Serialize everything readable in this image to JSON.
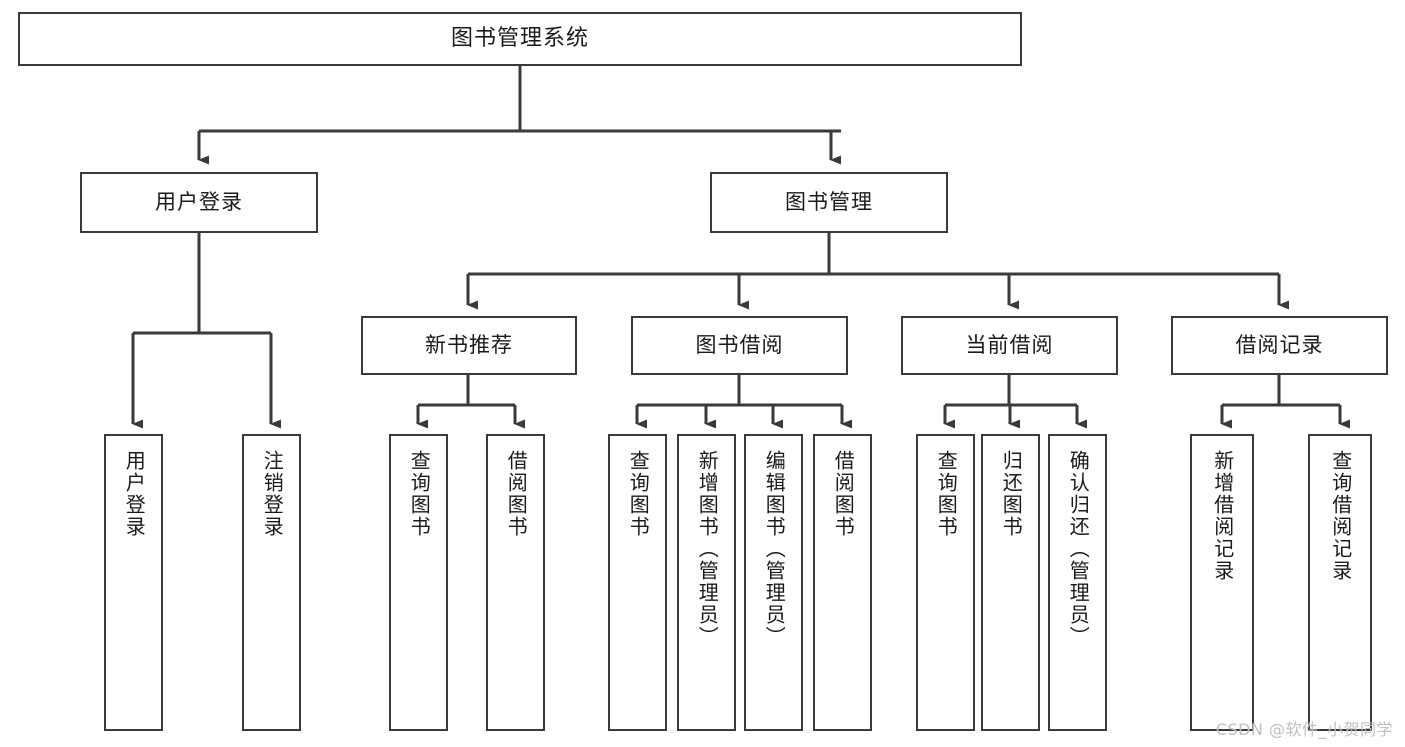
{
  "diagram": {
    "title": "图书管理系统",
    "type": "tree",
    "root": {
      "id": "root",
      "label": "图书管理系统"
    },
    "level2": [
      {
        "id": "user-login",
        "label": "用户登录"
      },
      {
        "id": "book-manage",
        "label": "图书管理"
      }
    ],
    "level3": [
      {
        "id": "new-book-recommend",
        "label": "新书推荐",
        "parent": "book-manage"
      },
      {
        "id": "book-borrow",
        "label": "图书借阅",
        "parent": "book-manage"
      },
      {
        "id": "current-borrow",
        "label": "当前借阅",
        "parent": "book-manage"
      },
      {
        "id": "borrow-record",
        "label": "借阅记录",
        "parent": "book-manage"
      }
    ],
    "leaves": [
      {
        "id": "leaf-user-login",
        "label": "用户登录",
        "parent": "user-login"
      },
      {
        "id": "leaf-logout",
        "label": "注销登录",
        "parent": "user-login"
      },
      {
        "id": "leaf-query-book-1",
        "label": "查询图书",
        "parent": "new-book-recommend"
      },
      {
        "id": "leaf-borrow-book-1",
        "label": "借阅图书",
        "parent": "new-book-recommend"
      },
      {
        "id": "leaf-query-book-2",
        "label": "查询图书",
        "parent": "book-borrow"
      },
      {
        "id": "leaf-add-book",
        "label": "新增图书（管理员）",
        "parent": "book-borrow"
      },
      {
        "id": "leaf-edit-book",
        "label": "编辑图书（管理员）",
        "parent": "book-borrow"
      },
      {
        "id": "leaf-borrow-book-2",
        "label": "借阅图书",
        "parent": "book-borrow"
      },
      {
        "id": "leaf-query-book-3",
        "label": "查询图书",
        "parent": "current-borrow"
      },
      {
        "id": "leaf-return-book",
        "label": "归还图书",
        "parent": "current-borrow"
      },
      {
        "id": "leaf-confirm-return",
        "label": "确认归还（管理员）",
        "parent": "current-borrow"
      },
      {
        "id": "leaf-add-record",
        "label": "新增借阅记录",
        "parent": "borrow-record"
      },
      {
        "id": "leaf-query-record",
        "label": "查询借阅记录",
        "parent": "borrow-record"
      }
    ],
    "colors": {
      "box_border": "#3a3a3a",
      "box_fill": "#ffffff",
      "connector": "#3a3a3a",
      "text": "#1a1a1a",
      "background": "#ffffff",
      "watermark": "#bfbfbf"
    }
  },
  "watermark": {
    "text": "CSDN @软件_小贺同学"
  }
}
